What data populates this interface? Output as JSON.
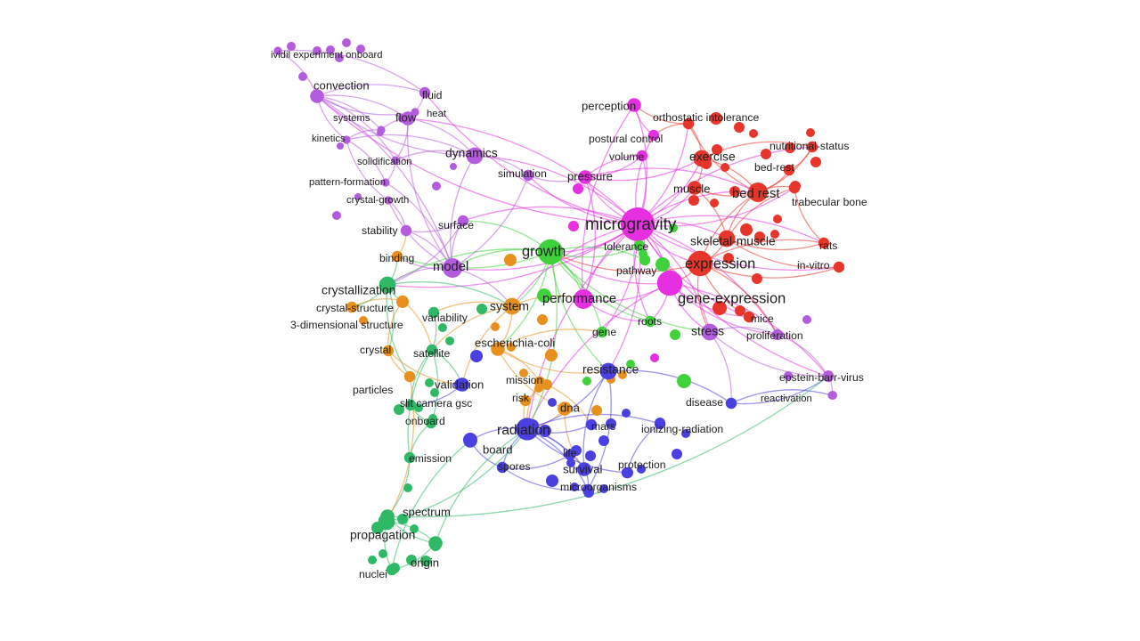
{
  "clusters": {
    "purple": "#b45cde",
    "magenta": "#e62fe0",
    "red": "#e8352a",
    "green_light": "#3fd23a",
    "green_dark": "#2fb866",
    "orange": "#e8901e",
    "blue": "#4a3fe0"
  },
  "nodes": [
    {
      "id": "ividil",
      "label": "ividil experiment onboard",
      "cluster": "purple",
      "weight": 1
    },
    {
      "id": "convection",
      "label": "convection",
      "cluster": "purple",
      "weight": 3
    },
    {
      "id": "fluid",
      "label": "fluid",
      "cluster": "purple",
      "weight": 2
    },
    {
      "id": "heat",
      "label": "heat",
      "cluster": "purple",
      "weight": 1
    },
    {
      "id": "systems",
      "label": "systems",
      "cluster": "purple",
      "weight": 1
    },
    {
      "id": "flow",
      "label": "flow",
      "cluster": "purple",
      "weight": 3
    },
    {
      "id": "kinetics",
      "label": "kinetics",
      "cluster": "purple",
      "weight": 1
    },
    {
      "id": "dynamics",
      "label": "dynamics",
      "cluster": "purple",
      "weight": 4
    },
    {
      "id": "solidification",
      "label": "solidification",
      "cluster": "purple",
      "weight": 1
    },
    {
      "id": "simulation",
      "label": "simulation",
      "cluster": "purple",
      "weight": 2
    },
    {
      "id": "pattern",
      "label": "pattern-formation",
      "cluster": "purple",
      "weight": 1
    },
    {
      "id": "crystalgrowth",
      "label": "crystal-growth",
      "cluster": "purple",
      "weight": 1
    },
    {
      "id": "surface",
      "label": "surface",
      "cluster": "purple",
      "weight": 2
    },
    {
      "id": "stability",
      "label": "stability",
      "cluster": "purple",
      "weight": 2
    },
    {
      "id": "model",
      "label": "model",
      "cluster": "purple",
      "weight": 5
    },
    {
      "id": "proliferation",
      "label": "proliferation",
      "cluster": "purple",
      "weight": 2
    },
    {
      "id": "ebv",
      "label": "epstein-barr-virus",
      "cluster": "purple",
      "weight": 2
    },
    {
      "id": "reactivation",
      "label": "reactivation",
      "cluster": "purple",
      "weight": 1
    },
    {
      "id": "stress",
      "label": "stress",
      "cluster": "purple",
      "weight": 4
    },
    {
      "id": "perception",
      "label": "perception",
      "cluster": "magenta",
      "weight": 3
    },
    {
      "id": "postural",
      "label": "postural control",
      "cluster": "magenta",
      "weight": 2
    },
    {
      "id": "volume",
      "label": "volume",
      "cluster": "magenta",
      "weight": 2
    },
    {
      "id": "pressure",
      "label": "pressure",
      "cluster": "magenta",
      "weight": 3
    },
    {
      "id": "microgravity",
      "label": "microgravity",
      "cluster": "magenta",
      "weight": 10
    },
    {
      "id": "performance",
      "label": "performance",
      "cluster": "magenta",
      "weight": 5
    },
    {
      "id": "geneexp",
      "label": "gene-expression",
      "cluster": "magenta",
      "weight": 7
    },
    {
      "id": "orthostatic",
      "label": "orthostatic intolerance",
      "cluster": "red",
      "weight": 2
    },
    {
      "id": "nutritional",
      "label": "nutritional-status",
      "cluster": "red",
      "weight": 2
    },
    {
      "id": "exercise",
      "label": "exercise",
      "cluster": "red",
      "weight": 4
    },
    {
      "id": "bedrest2",
      "label": "bed-rest",
      "cluster": "red",
      "weight": 2
    },
    {
      "id": "muscle",
      "label": "muscle",
      "cluster": "red",
      "weight": 3
    },
    {
      "id": "bedrest",
      "label": "bed rest",
      "cluster": "red",
      "weight": 5
    },
    {
      "id": "trabecular",
      "label": "trabecular bone",
      "cluster": "red",
      "weight": 2
    },
    {
      "id": "skeletal",
      "label": "skeletal-muscle",
      "cluster": "red",
      "weight": 4
    },
    {
      "id": "rats",
      "label": "rats",
      "cluster": "red",
      "weight": 2
    },
    {
      "id": "invitro",
      "label": "in-vitro",
      "cluster": "red",
      "weight": 2
    },
    {
      "id": "expression",
      "label": "expression",
      "cluster": "red",
      "weight": 7
    },
    {
      "id": "mice",
      "label": "mice",
      "cluster": "red",
      "weight": 2
    },
    {
      "id": "growth",
      "label": "growth",
      "cluster": "green_light",
      "weight": 7
    },
    {
      "id": "tolerance",
      "label": "tolerance",
      "cluster": "green_light",
      "weight": 2
    },
    {
      "id": "pathway",
      "label": "pathway",
      "cluster": "green_light",
      "weight": 2
    },
    {
      "id": "roots",
      "label": "roots",
      "cluster": "green_light",
      "weight": 2
    },
    {
      "id": "gene",
      "label": "gene",
      "cluster": "green_light",
      "weight": 2
    },
    {
      "id": "binding",
      "label": "binding",
      "cluster": "orange",
      "weight": 2
    },
    {
      "id": "system",
      "label": "system",
      "cluster": "orange",
      "weight": 4
    },
    {
      "id": "crystalstructure",
      "label": "crystal-structure",
      "cluster": "orange",
      "weight": 2
    },
    {
      "id": "threed",
      "label": "3-dimensional structure",
      "cluster": "orange",
      "weight": 2
    },
    {
      "id": "crystal",
      "label": "crystal",
      "cluster": "orange",
      "weight": 2
    },
    {
      "id": "particles",
      "label": "particles",
      "cluster": "orange",
      "weight": 2
    },
    {
      "id": "ecoli",
      "label": "escherichia-coli",
      "cluster": "orange",
      "weight": 3
    },
    {
      "id": "mission",
      "label": "mission",
      "cluster": "orange",
      "weight": 2
    },
    {
      "id": "risk",
      "label": "risk",
      "cluster": "orange",
      "weight": 2
    },
    {
      "id": "dna",
      "label": "dna",
      "cluster": "orange",
      "weight": 3
    },
    {
      "id": "crystallization",
      "label": "crystallization",
      "cluster": "green_dark",
      "weight": 4
    },
    {
      "id": "variability",
      "label": "variability",
      "cluster": "green_dark",
      "weight": 2
    },
    {
      "id": "satellite",
      "label": "satellite",
      "cluster": "green_dark",
      "weight": 2
    },
    {
      "id": "slit",
      "label": "slit camera gsc",
      "cluster": "green_dark",
      "weight": 2
    },
    {
      "id": "onboard",
      "label": "onboard",
      "cluster": "green_dark",
      "weight": 2
    },
    {
      "id": "emission",
      "label": "emission",
      "cluster": "green_dark",
      "weight": 2
    },
    {
      "id": "spectrum",
      "label": "spectrum",
      "cluster": "green_dark",
      "weight": 3
    },
    {
      "id": "propagation",
      "label": "propagation",
      "cluster": "green_dark",
      "weight": 4
    },
    {
      "id": "origin",
      "label": "origin",
      "cluster": "green_dark",
      "weight": 3
    },
    {
      "id": "nuclei",
      "label": "nuclei",
      "cluster": "green_dark",
      "weight": 2
    },
    {
      "id": "validation",
      "label": "validation",
      "cluster": "blue",
      "weight": 3
    },
    {
      "id": "resistance",
      "label": "resistance",
      "cluster": "blue",
      "weight": 4
    },
    {
      "id": "disease",
      "label": "disease",
      "cluster": "blue",
      "weight": 2
    },
    {
      "id": "radiation",
      "label": "radiation",
      "cluster": "blue",
      "weight": 6
    },
    {
      "id": "mars",
      "label": "mars",
      "cluster": "blue",
      "weight": 2
    },
    {
      "id": "ionizing",
      "label": "ionizing-radiation",
      "cluster": "blue",
      "weight": 2
    },
    {
      "id": "board",
      "label": "board",
      "cluster": "blue",
      "weight": 3
    },
    {
      "id": "life",
      "label": "life",
      "cluster": "blue",
      "weight": 2
    },
    {
      "id": "spores",
      "label": "spores",
      "cluster": "blue",
      "weight": 2
    },
    {
      "id": "survival",
      "label": "survival",
      "cluster": "blue",
      "weight": 3
    },
    {
      "id": "protection",
      "label": "protection",
      "cluster": "blue",
      "weight": 2
    },
    {
      "id": "microorganisms",
      "label": "microorganisms",
      "cluster": "blue",
      "weight": 2
    }
  ],
  "edges": [
    [
      "microgravity",
      "growth"
    ],
    [
      "microgravity",
      "expression"
    ],
    [
      "microgravity",
      "geneexp"
    ],
    [
      "microgravity",
      "performance"
    ],
    [
      "microgravity",
      "pressure"
    ],
    [
      "microgravity",
      "perception"
    ],
    [
      "microgravity",
      "postural"
    ],
    [
      "microgravity",
      "volume"
    ],
    [
      "microgravity",
      "bedrest"
    ],
    [
      "microgravity",
      "exercise"
    ],
    [
      "microgravity",
      "skeletal"
    ],
    [
      "microgravity",
      "muscle"
    ],
    [
      "microgravity",
      "model"
    ],
    [
      "microgravity",
      "dynamics"
    ],
    [
      "microgravity",
      "simulation"
    ],
    [
      "microgravity",
      "surface"
    ],
    [
      "microgravity",
      "stress"
    ],
    [
      "microgravity",
      "radiation"
    ],
    [
      "microgravity",
      "resistance"
    ],
    [
      "microgravity",
      "system"
    ],
    [
      "microgravity",
      "crystallization"
    ],
    [
      "microgravity",
      "ebv"
    ],
    [
      "microgravity",
      "proliferation"
    ],
    [
      "microgravity",
      "orthostatic"
    ],
    [
      "microgravity",
      "nutritional"
    ],
    [
      "microgravity",
      "trabecular"
    ],
    [
      "microgravity",
      "rats"
    ],
    [
      "microgravity",
      "invitro"
    ],
    [
      "microgravity",
      "convection"
    ],
    [
      "microgravity",
      "flow"
    ],
    [
      "microgravity",
      "fluid"
    ],
    [
      "microgravity",
      "tolerance"
    ],
    [
      "microgravity",
      "pathway"
    ],
    [
      "microgravity",
      "roots"
    ],
    [
      "microgravity",
      "gene"
    ],
    [
      "microgravity",
      "mice"
    ],
    [
      "expression",
      "geneexp"
    ],
    [
      "expression",
      "skeletal"
    ],
    [
      "expression",
      "bedrest"
    ],
    [
      "expression",
      "invitro"
    ],
    [
      "expression",
      "rats"
    ],
    [
      "expression",
      "stress"
    ],
    [
      "expression",
      "growth"
    ],
    [
      "expression",
      "mice"
    ],
    [
      "expression",
      "proliferation"
    ],
    [
      "geneexp",
      "stress"
    ],
    [
      "geneexp",
      "growth"
    ],
    [
      "geneexp",
      "proliferation"
    ],
    [
      "geneexp",
      "ebv"
    ],
    [
      "geneexp",
      "mice"
    ],
    [
      "geneexp",
      "performance"
    ],
    [
      "geneexp",
      "radiation"
    ],
    [
      "geneexp",
      "roots"
    ],
    [
      "bedrest",
      "exercise"
    ],
    [
      "bedrest",
      "muscle"
    ],
    [
      "bedrest",
      "skeletal"
    ],
    [
      "bedrest",
      "trabecular"
    ],
    [
      "bedrest",
      "nutritional"
    ],
    [
      "bedrest",
      "orthostatic"
    ],
    [
      "bedrest",
      "bedrest2"
    ],
    [
      "exercise",
      "muscle"
    ],
    [
      "exercise",
      "orthostatic"
    ],
    [
      "exercise",
      "nutritional"
    ],
    [
      "skeletal",
      "rats"
    ],
    [
      "skeletal",
      "trabecular"
    ],
    [
      "skeletal",
      "invitro"
    ],
    [
      "orthostatic",
      "perception"
    ],
    [
      "orthostatic",
      "postural"
    ],
    [
      "nutritional",
      "bedrest2"
    ],
    [
      "trabecular",
      "rats"
    ],
    [
      "muscle",
      "skeletal"
    ],
    [
      "volume",
      "pressure"
    ],
    [
      "postural",
      "perception"
    ],
    [
      "pressure",
      "volume"
    ],
    [
      "pressure",
      "bedrest"
    ],
    [
      "pressure",
      "exercise"
    ],
    [
      "growth",
      "system"
    ],
    [
      "growth",
      "model"
    ],
    [
      "growth",
      "performance"
    ],
    [
      "growth",
      "tolerance"
    ],
    [
      "growth",
      "pathway"
    ],
    [
      "growth",
      "roots"
    ],
    [
      "growth",
      "gene"
    ],
    [
      "growth",
      "crystallization"
    ],
    [
      "growth",
      "ecoli"
    ],
    [
      "growth",
      "resistance"
    ],
    [
      "growth",
      "radiation"
    ],
    [
      "growth",
      "surface"
    ],
    [
      "growth",
      "binding"
    ],
    [
      "growth",
      "stress"
    ],
    [
      "model",
      "dynamics"
    ],
    [
      "model",
      "simulation"
    ],
    [
      "model",
      "surface"
    ],
    [
      "model",
      "stability"
    ],
    [
      "model",
      "flow"
    ],
    [
      "model",
      "convection"
    ],
    [
      "model",
      "crystalgrowth"
    ],
    [
      "model",
      "pattern"
    ],
    [
      "model",
      "system"
    ],
    [
      "model",
      "crystallization"
    ],
    [
      "model",
      "binding"
    ],
    [
      "dynamics",
      "flow"
    ],
    [
      "dynamics",
      "convection"
    ],
    [
      "dynamics",
      "solidification"
    ],
    [
      "dynamics",
      "simulation"
    ],
    [
      "dynamics",
      "kinetics"
    ],
    [
      "convection",
      "fluid"
    ],
    [
      "convection",
      "heat"
    ],
    [
      "convection",
      "flow"
    ],
    [
      "convection",
      "ividil"
    ],
    [
      "convection",
      "systems"
    ],
    [
      "convection",
      "kinetics"
    ],
    [
      "convection",
      "solidification"
    ],
    [
      "flow",
      "fluid"
    ],
    [
      "flow",
      "heat"
    ],
    [
      "flow",
      "systems"
    ],
    [
      "flow",
      "solidification"
    ],
    [
      "kinetics",
      "crystalgrowth"
    ],
    [
      "kinetics",
      "pattern"
    ],
    [
      "pattern",
      "solidification"
    ],
    [
      "crystalgrowth",
      "stability"
    ],
    [
      "stability",
      "surface"
    ],
    [
      "ividil",
      "fluid"
    ],
    [
      "systems",
      "kinetics"
    ],
    [
      "crystallization",
      "crystalstructure"
    ],
    [
      "crystallization",
      "threed"
    ],
    [
      "crystallization",
      "crystal"
    ],
    [
      "crystallization",
      "binding"
    ],
    [
      "crystallization",
      "system"
    ],
    [
      "crystallization",
      "particles"
    ],
    [
      "crystalstructure",
      "threed"
    ],
    [
      "crystal",
      "particles"
    ],
    [
      "crystal",
      "threed"
    ],
    [
      "system",
      "variability"
    ],
    [
      "system",
      "ecoli"
    ],
    [
      "system",
      "satellite"
    ],
    [
      "system",
      "performance"
    ],
    [
      "system",
      "validation"
    ],
    [
      "ecoli",
      "gene"
    ],
    [
      "ecoli",
      "resistance"
    ],
    [
      "ecoli",
      "mission"
    ],
    [
      "ecoli",
      "dna"
    ],
    [
      "mission",
      "risk"
    ],
    [
      "mission",
      "radiation"
    ],
    [
      "mission",
      "mars"
    ],
    [
      "risk",
      "radiation"
    ],
    [
      "dna",
      "radiation"
    ],
    [
      "dna",
      "survival"
    ],
    [
      "satellite",
      "validation"
    ],
    [
      "satellite",
      "slit"
    ],
    [
      "satellite",
      "onboard"
    ],
    [
      "satellite",
      "emission"
    ],
    [
      "validation",
      "slit"
    ],
    [
      "onboard",
      "emission"
    ],
    [
      "emission",
      "spectrum"
    ],
    [
      "spectrum",
      "propagation"
    ],
    [
      "propagation",
      "origin"
    ],
    [
      "propagation",
      "nuclei"
    ],
    [
      "origin",
      "nuclei"
    ],
    [
      "spectrum",
      "origin"
    ],
    [
      "particles",
      "propagation"
    ],
    [
      "slit",
      "onboard"
    ],
    [
      "variability",
      "satellite"
    ],
    [
      "radiation",
      "board"
    ],
    [
      "radiation",
      "life"
    ],
    [
      "radiation",
      "spores"
    ],
    [
      "radiation",
      "survival"
    ],
    [
      "radiation",
      "protection"
    ],
    [
      "radiation",
      "microorganisms"
    ],
    [
      "radiation",
      "mars"
    ],
    [
      "radiation",
      "ionizing"
    ],
    [
      "radiation",
      "resistance"
    ],
    [
      "resistance",
      "disease"
    ],
    [
      "resistance",
      "survival"
    ],
    [
      "resistance",
      "microorganisms"
    ],
    [
      "disease",
      "ebv"
    ],
    [
      "disease",
      "reactivation"
    ],
    [
      "ionizing",
      "protection"
    ],
    [
      "life",
      "spores"
    ],
    [
      "spores",
      "microorganisms"
    ],
    [
      "survival",
      "microorganisms"
    ],
    [
      "board",
      "spores"
    ],
    [
      "ebv",
      "reactivation"
    ],
    [
      "ebv",
      "proliferation"
    ],
    [
      "stress",
      "proliferation"
    ],
    [
      "stress",
      "ebv"
    ],
    [
      "stress",
      "disease"
    ],
    [
      "performance",
      "pressure"
    ],
    [
      "performance",
      "perception"
    ],
    [
      "performance",
      "roots"
    ],
    [
      "tolerance",
      "pathway"
    ],
    [
      "propagation",
      "radiation"
    ],
    [
      "origin",
      "radiation"
    ],
    [
      "spectrum",
      "ebv"
    ],
    [
      "nuclei",
      "board"
    ],
    [
      "crystal",
      "validation"
    ],
    [
      "threed",
      "satellite"
    ],
    [
      "binding",
      "stability"
    ],
    [
      "surface",
      "crystallization"
    ],
    [
      "simulation",
      "pressure"
    ]
  ]
}
